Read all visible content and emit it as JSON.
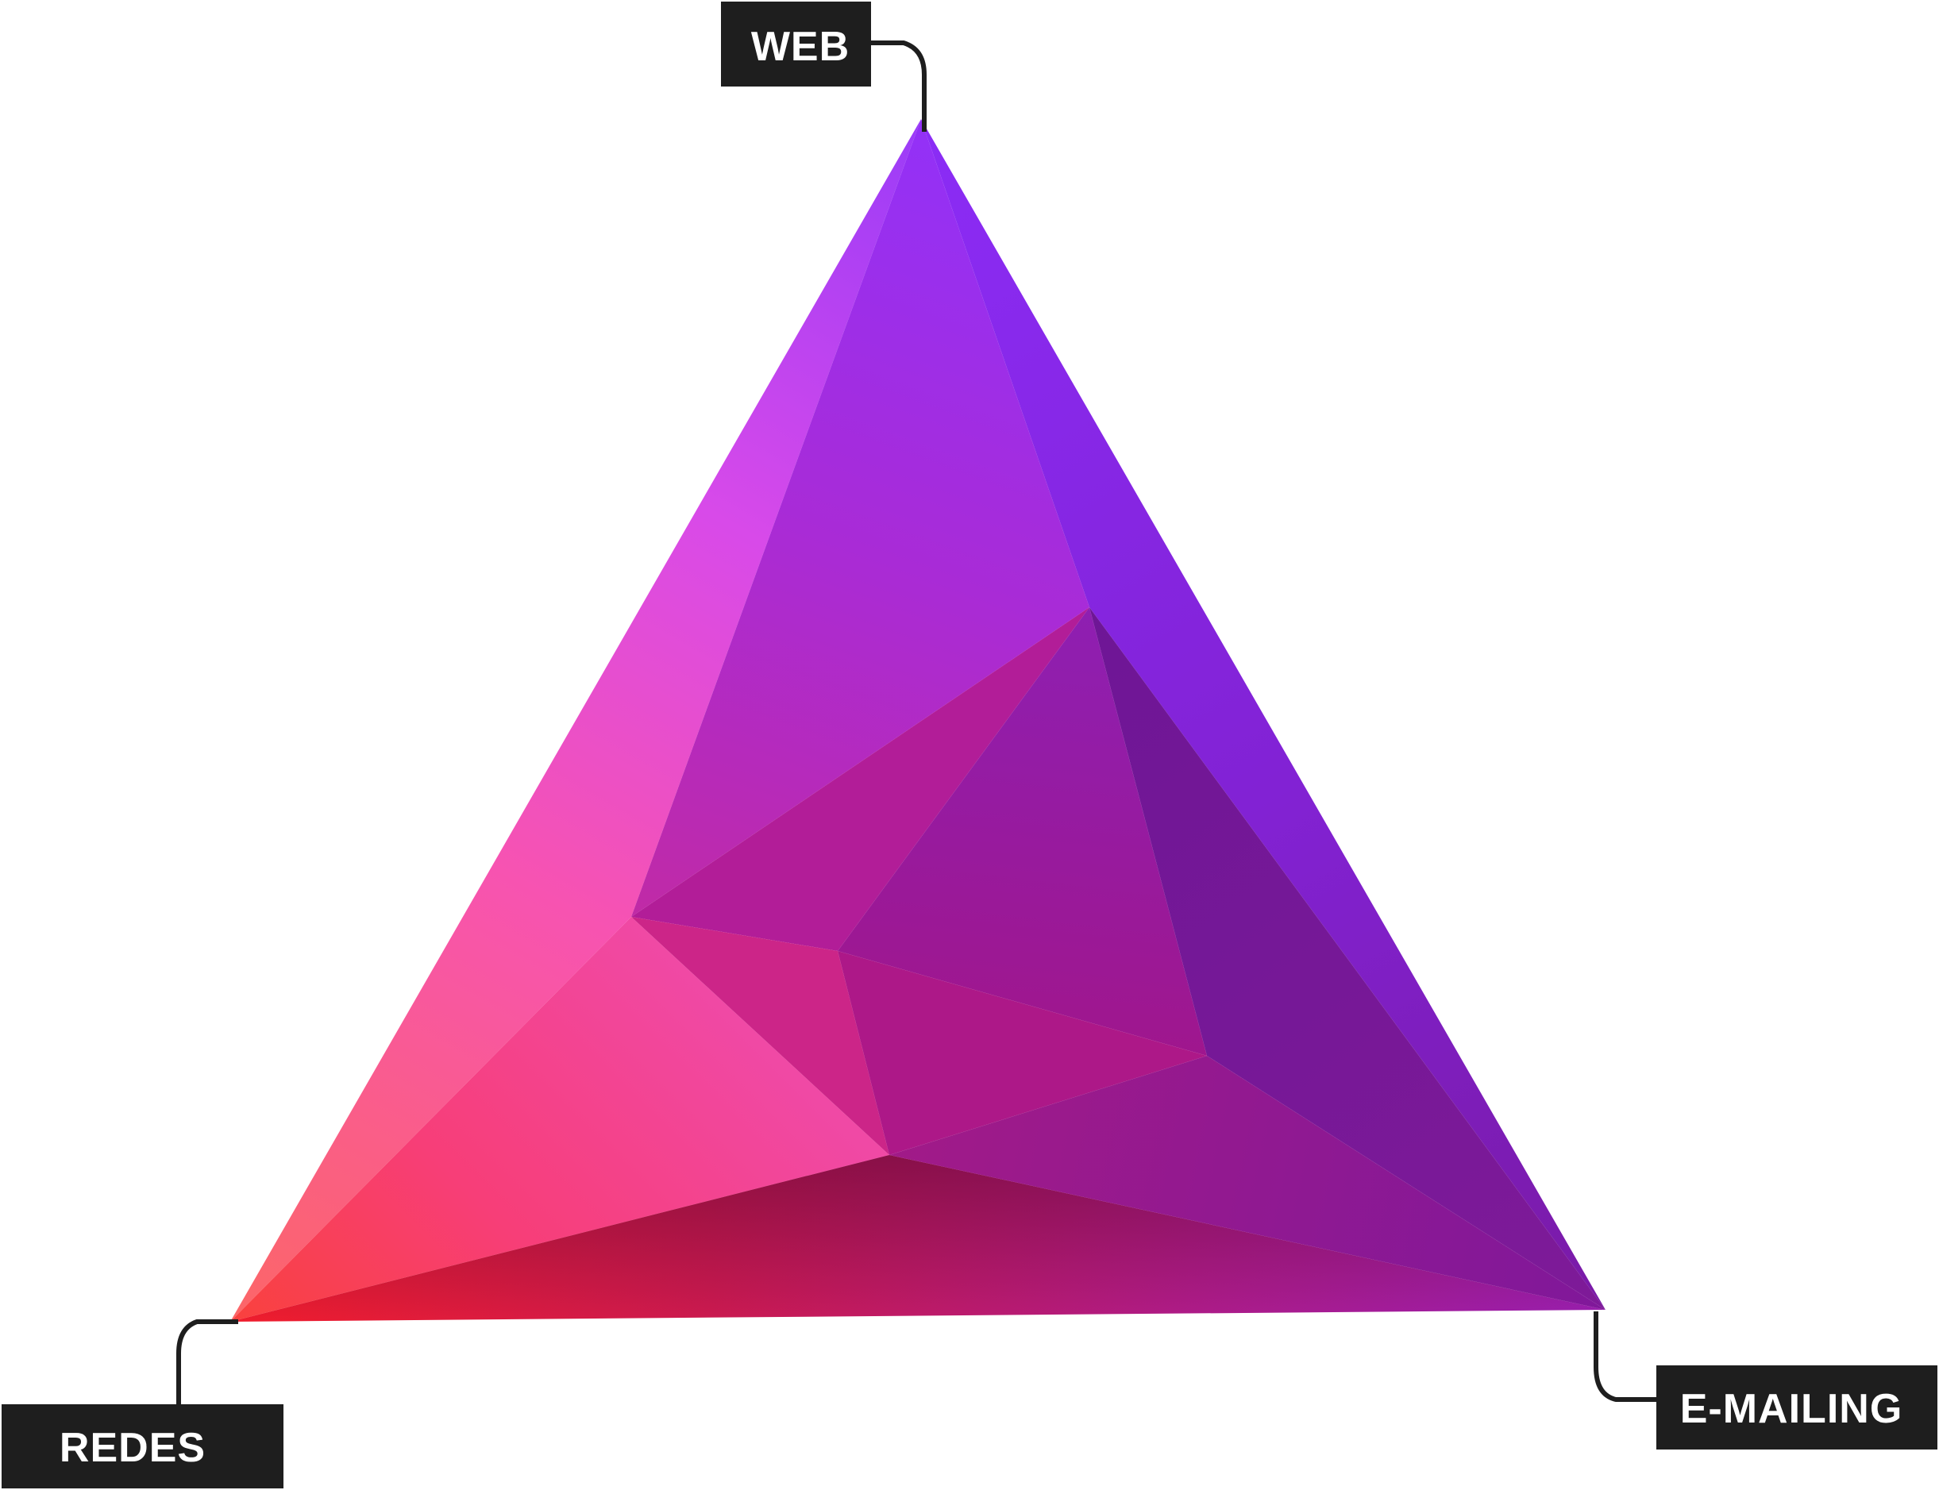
{
  "labels": {
    "top": "WEB",
    "bottom_left": "REDES",
    "bottom_right": "E-MAILING"
  },
  "colors": {
    "label_box": "#1e1e1e",
    "connector": "#1e1e1e",
    "label_text": "#ffffff",
    "violet": "#8a2cf6",
    "magenta": "#d04ee8",
    "pink": "#f7529f",
    "red": "#f01f25",
    "deep_purple": "#6c1590",
    "plum": "#8e1a86"
  }
}
